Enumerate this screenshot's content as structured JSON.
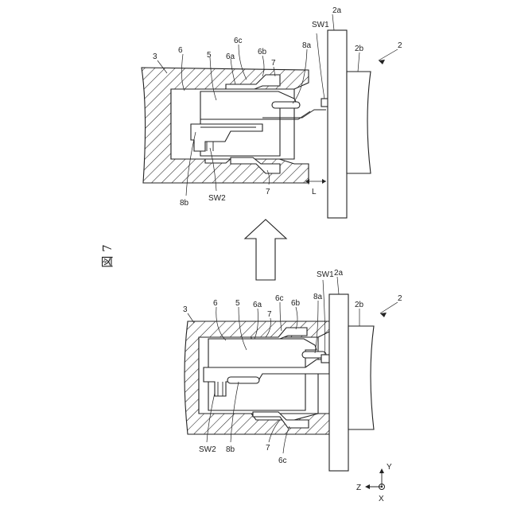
{
  "figure": {
    "title": "図 7"
  },
  "upper": {
    "ref_2": "2",
    "ref_2a": "2a",
    "ref_2b": "2b",
    "ref_3": "3",
    "ref_5": "5",
    "ref_6": "6",
    "ref_6a": "6a",
    "ref_6b": "6b",
    "ref_6c": "6c",
    "ref_7_top": "7",
    "ref_7_bottom": "7",
    "ref_8a": "8a",
    "ref_8b": "8b",
    "ref_sw1": "SW1",
    "ref_sw2": "SW2",
    "ref_l": "L"
  },
  "lower": {
    "ref_2": "2",
    "ref_2a": "2a",
    "ref_2b": "2b",
    "ref_3": "3",
    "ref_5": "5",
    "ref_6": "6",
    "ref_6a": "6a",
    "ref_6b": "6b",
    "ref_6c_top": "6c",
    "ref_6c_bottom": "6c",
    "ref_7_top": "7",
    "ref_7_bottom": "7",
    "ref_8a": "8a",
    "ref_8b": "8b",
    "ref_sw1": "SW1",
    "ref_sw2": "SW2"
  },
  "axes": {
    "y_label": "Y",
    "z_label": "Z",
    "x_label": "X"
  }
}
